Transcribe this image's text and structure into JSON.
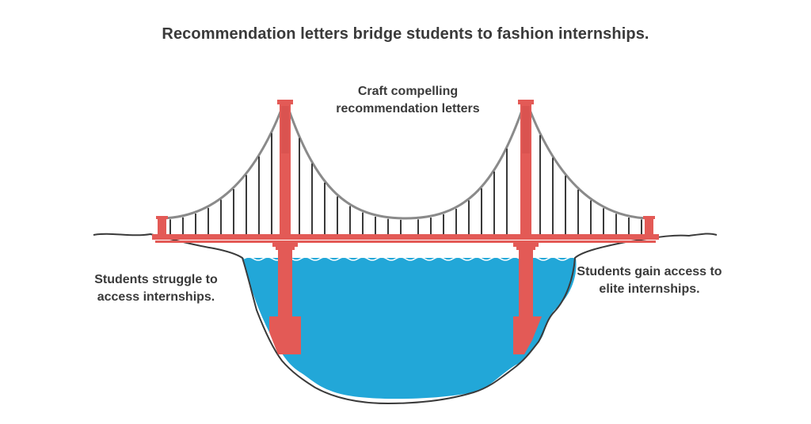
{
  "title": "Recommendation letters bridge students to fashion internships.",
  "labels": {
    "left": "Students struggle to access internships.",
    "center": "Craft compelling recommendation letters",
    "right": "Students gain access to elite internships."
  },
  "colors": {
    "tower": "#e35a56",
    "tower_dark": "#c94844",
    "water": "#22a7d8",
    "cable": "#8a8a8a",
    "hanger": "#3a3a3a",
    "ground": "#3a3a3a"
  }
}
